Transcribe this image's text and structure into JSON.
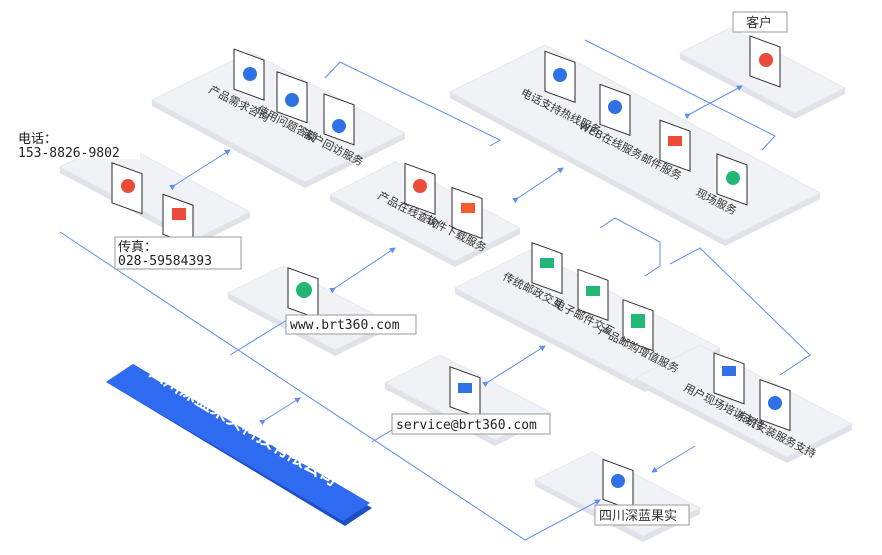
{
  "company_banner": "四川深蓝果实科技有限公司",
  "tags": {
    "phone_label": "电话：",
    "phone_number": "153-8826-9802",
    "fax_label": "传真：",
    "fax_number": "028-59584393",
    "website": "www.brt360.com",
    "email": "service@brt360.com",
    "customer": "客户",
    "company_short": "四川深蓝果实"
  },
  "services": {
    "product_demand": "产品需求咨询",
    "usage_qa": "使用问题答疑",
    "customer_followup": "客户回访服务",
    "phone_support": "电话支持热线服务",
    "web_online": "WEB在线服务",
    "email_service": "邮件服务",
    "onsite_service": "现场服务",
    "product_online": "产品在线查询",
    "software_download": "软件下载服务",
    "traditional_mail": "传统邮政交互",
    "email_interact": "电子邮件交互",
    "product_subscription": "产品邮购增值服务",
    "user_training": "用户现场培训支持",
    "system_install": "系统安装服务支持"
  },
  "colors": {
    "accent_blue": "#2f6bf0",
    "connector": "#5b8ff0",
    "icon_blue": "#2f72e8",
    "icon_red": "#ec4b3a",
    "icon_green": "#22b777",
    "icon_orange": "#f05d2a"
  },
  "icons": {
    "phone_contact": "phone-icon",
    "fax": "fax-icon",
    "website": "ie-browser-icon",
    "email": "mail-icon",
    "customer": "person-icon",
    "company": "person-icon"
  }
}
